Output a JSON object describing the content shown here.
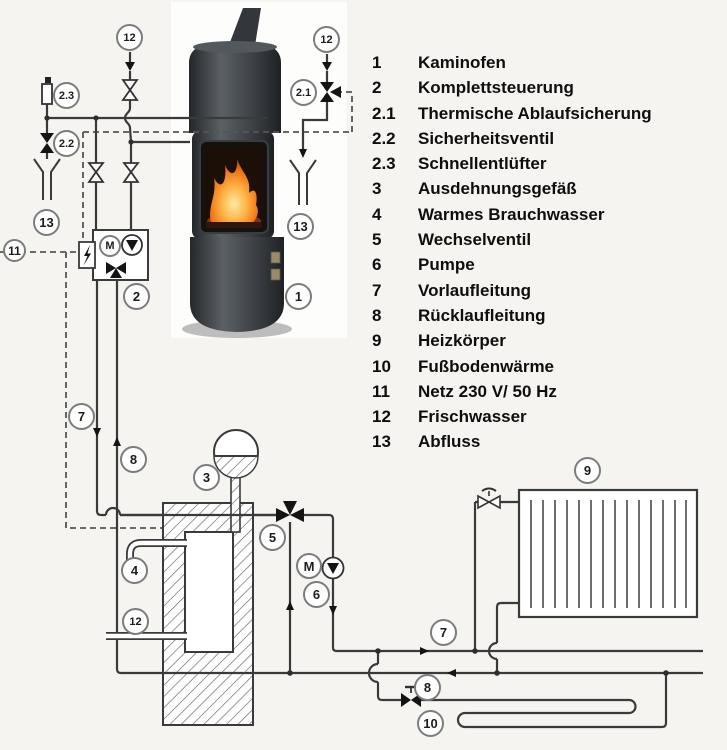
{
  "legend": {
    "items": [
      {
        "num": "1",
        "label": "Kaminofen"
      },
      {
        "num": "2",
        "label": "Komplettsteuerung"
      },
      {
        "num": "2.1",
        "label": "Thermische Ablaufsicherung"
      },
      {
        "num": "2.2",
        "label": "Sicherheitsventil"
      },
      {
        "num": "2.3",
        "label": "Schnellentlüfter"
      },
      {
        "num": "3",
        "label": "Ausdehnungsgefäß"
      },
      {
        "num": "4",
        "label": "Warmes Brauchwasser"
      },
      {
        "num": "5",
        "label": "Wechselventil"
      },
      {
        "num": "6",
        "label": "Pumpe"
      },
      {
        "num": "7",
        "label": "Vorlaufleitung"
      },
      {
        "num": "8",
        "label": "Rücklaufleitung"
      },
      {
        "num": "9",
        "label": "Heizkörper"
      },
      {
        "num": "10",
        "label": "Fußbodenwärme"
      },
      {
        "num": "11",
        "label": "Netz 230 V/ 50 Hz"
      },
      {
        "num": "12",
        "label": "Frischwasser"
      },
      {
        "num": "13",
        "label": "Abfluss"
      }
    ]
  },
  "diagram": {
    "labels": [
      {
        "text": "12"
      },
      {
        "text": "2.3"
      },
      {
        "text": "2.2"
      },
      {
        "text": "12"
      },
      {
        "text": "2.1"
      },
      {
        "text": "13"
      },
      {
        "text": "11"
      },
      {
        "text": "2"
      },
      {
        "text": "13"
      },
      {
        "text": "1"
      },
      {
        "text": "7"
      },
      {
        "text": "8"
      },
      {
        "text": "3"
      },
      {
        "text": "4"
      },
      {
        "text": "12"
      },
      {
        "text": "5"
      },
      {
        "text": "6"
      },
      {
        "text": "9"
      },
      {
        "text": "7"
      },
      {
        "text": "8"
      },
      {
        "text": "10"
      },
      {
        "text": "M"
      },
      {
        "text": "M"
      }
    ],
    "colors": {
      "pipe": "#3a3a3a",
      "dashed": "#555555",
      "valve_fill": "#141414",
      "fire_accent": "#ff8c1a",
      "stove_body": "#43474c"
    }
  }
}
